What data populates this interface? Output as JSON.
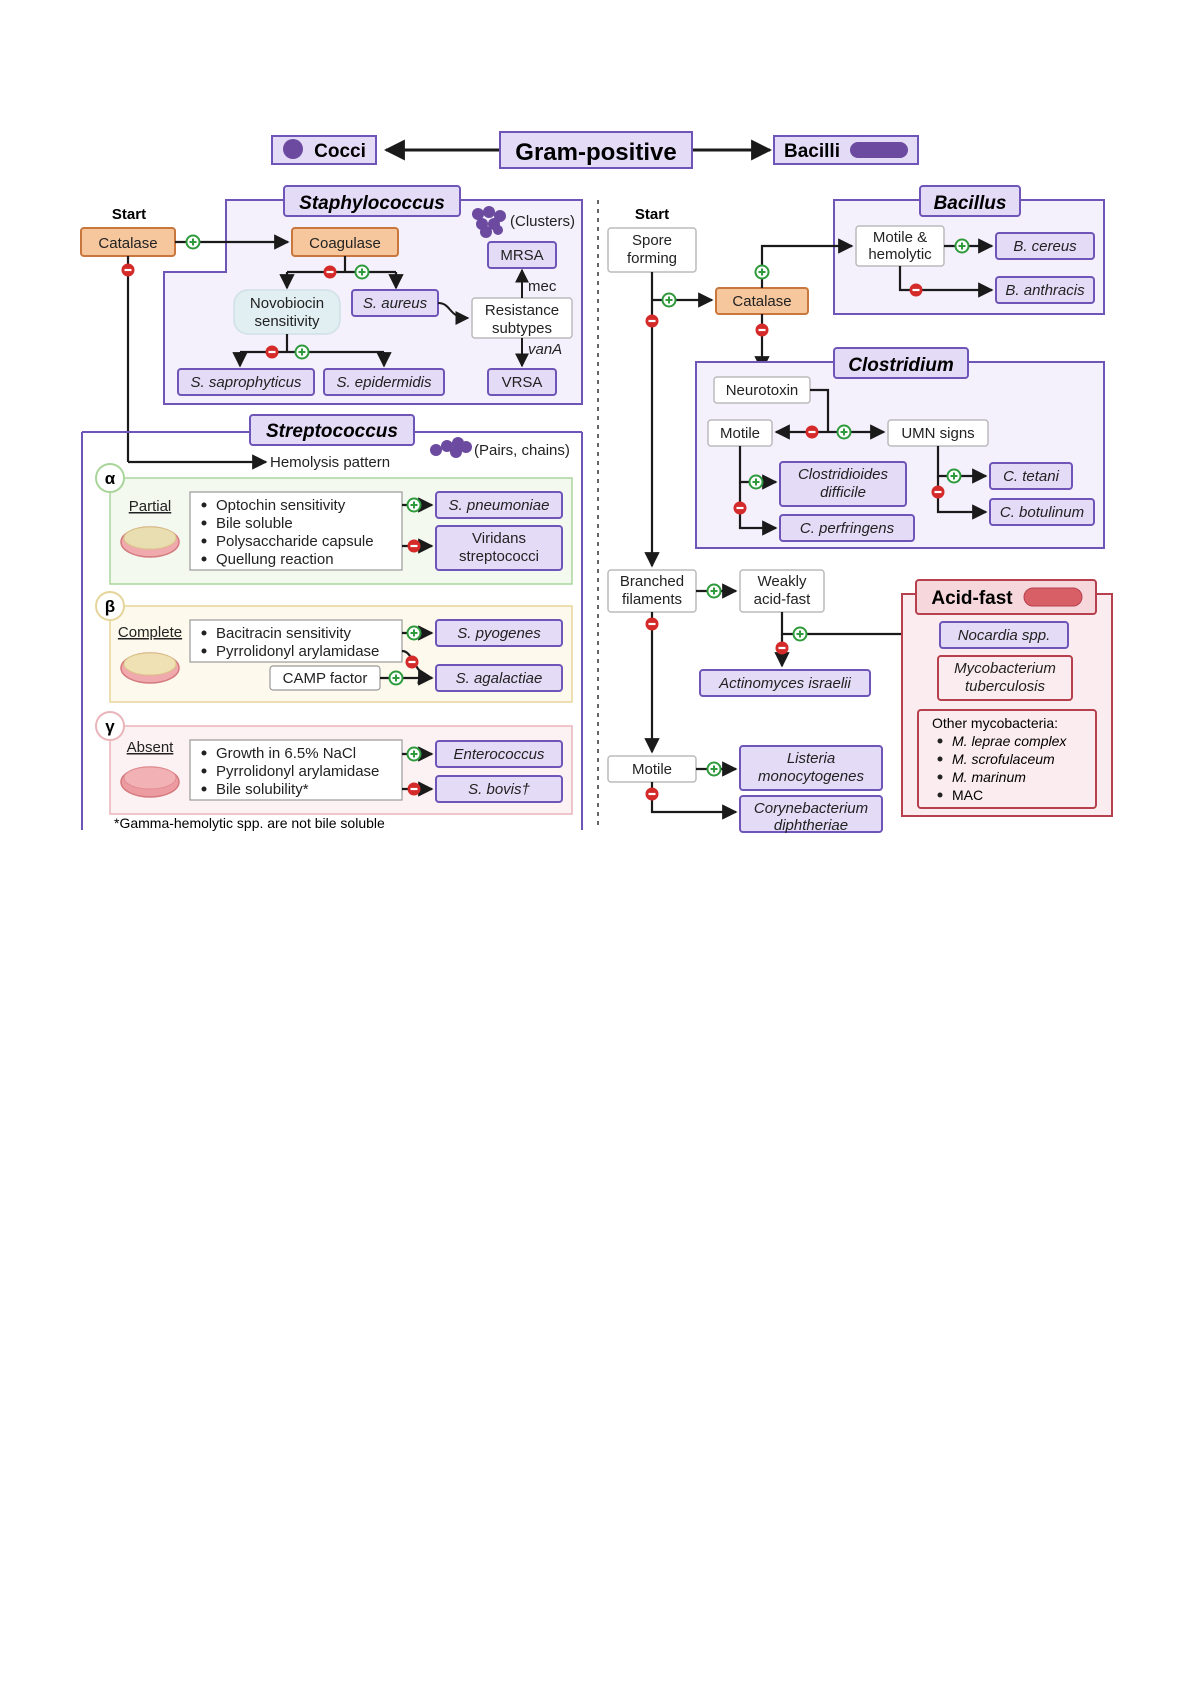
{
  "header": {
    "left": "Cocci",
    "center": "Gram-positive",
    "right": "Bacilli"
  },
  "cocci": {
    "start": "Start",
    "catalase": "Catalase",
    "coagulase": "Coagulase",
    "staph": {
      "title": "Staphylococcus",
      "shape_note": "(Clusters)",
      "novobiocin": [
        "Novobiocin",
        "sensitivity"
      ],
      "s_aureus": "S. aureus",
      "resistance": [
        "Resistance",
        "subtypes"
      ],
      "mrsa": "MRSA",
      "vrsa": "VRSA",
      "mec": "mec",
      "vanA": "vanA",
      "s_saprophyticus": "S. saprophyticus",
      "s_epidermidis": "S. epidermidis"
    },
    "strep": {
      "title": "Streptococcus",
      "shape_note": "(Pairs, chains)",
      "hemolysis": "Hemolysis pattern",
      "alpha": {
        "symbol": "α",
        "label": "Partial",
        "tests": [
          "Optochin sensitivity",
          "Bile soluble",
          "Polysaccharide capsule",
          "Quellung reaction"
        ],
        "positive": "S. pneumoniae",
        "negative": [
          "Viridans",
          "streptococci"
        ]
      },
      "beta": {
        "symbol": "β",
        "label": "Complete",
        "tests": [
          "Bacitracin sensitivity",
          "Pyrrolidonyl arylamidase"
        ],
        "camp": "CAMP factor",
        "positive": "S. pyogenes",
        "agalactiae": "S. agalactiae"
      },
      "gamma": {
        "symbol": "γ",
        "label": "Absent",
        "tests": [
          "Growth in 6.5% NaCl",
          "Pyrrolidonyl arylamidase",
          "Bile solubility*"
        ],
        "positive": "Enterococcus",
        "negative": "S. bovis†"
      },
      "footnote": "*Gamma-hemolytic spp. are not bile soluble"
    }
  },
  "bacilli": {
    "start": "Start",
    "spore": [
      "Spore",
      "forming"
    ],
    "catalase": "Catalase",
    "bacillus": {
      "title": "Bacillus",
      "motile": [
        "Motile &",
        "hemolytic"
      ],
      "b_cereus": "B. cereus",
      "b_anthracis": "B. anthracis"
    },
    "clostridium": {
      "title": "Clostridium",
      "neurotoxin": "Neurotoxin",
      "motile": "Motile",
      "umn": "UMN signs",
      "c_difficile": [
        "Clostridioides",
        "difficile"
      ],
      "c_perfringens": "C. perfringens",
      "c_tetani": "C. tetani",
      "c_botulinum": "C. botulinum"
    },
    "branched": [
      "Branched",
      "filaments"
    ],
    "weakly": [
      "Weakly",
      "acid-fast"
    ],
    "actinomyces": "Actinomyces israelii",
    "acid_fast": {
      "title": "Acid-fast",
      "nocardia": "Nocardia spp.",
      "mtb": [
        "Mycobacterium",
        "tuberculosis"
      ],
      "other_title": "Other mycobacteria:",
      "other": [
        "M. leprae complex",
        "M. scrofulaceum",
        "M. marinum",
        "MAC"
      ]
    },
    "motile": "Motile",
    "listeria": [
      "Listeria",
      "monocytogenes"
    ],
    "corynebacterium": [
      "Corynebacterium",
      "diphtheriae"
    ]
  },
  "colors": {
    "purple_fill": "#e4dcf7",
    "purple_stroke": "#6f55b8",
    "orange_fill": "#f6c79d",
    "orange_stroke": "#c9773c",
    "acid_fill": "#fbecef",
    "acid_stroke": "#b6404e",
    "positive": "#2e9a3c",
    "negative": "#d42a2a"
  }
}
